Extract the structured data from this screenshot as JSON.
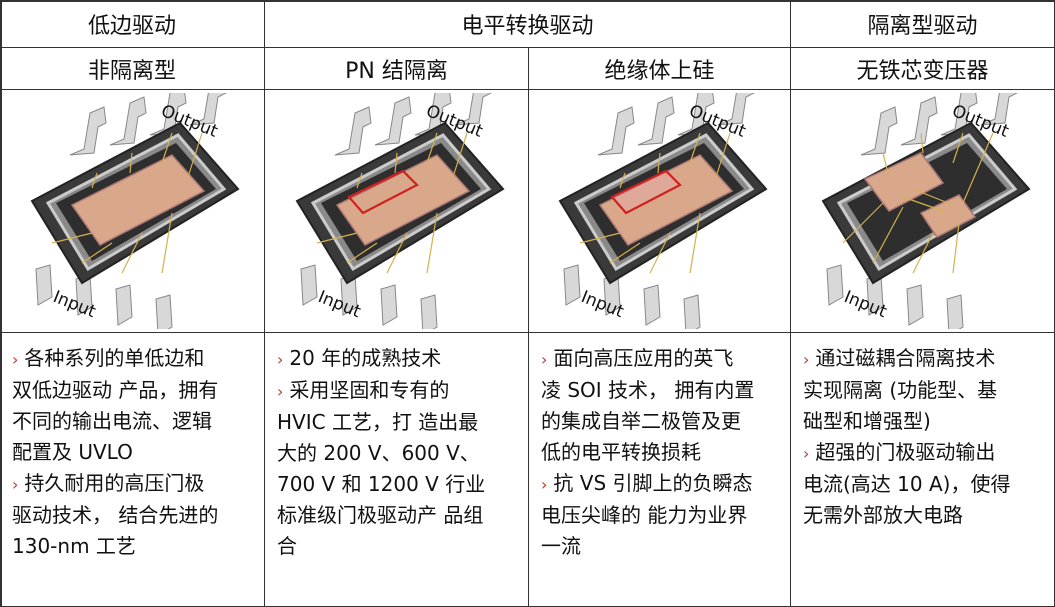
{
  "headers": {
    "col1": "低边驱动",
    "col23": "电平转换驱动",
    "col4": "隔离型驱动"
  },
  "subheaders": {
    "col1": "非隔离型",
    "col2": "PN 结隔离",
    "col3": "绝缘体上硅",
    "col4": "无铁芯变压器"
  },
  "chip_labels": {
    "output": "Output",
    "input": "Input"
  },
  "colors": {
    "chip_body": "#3a3a3a",
    "lead": "#d8d8d8",
    "die": "#d9a88a",
    "bond_wire": "#d4b14a",
    "highlight_frame": "#d02020",
    "bullet": "#c0392b",
    "border": "#333333"
  },
  "descriptions": {
    "col1": [
      {
        "bullet": true,
        "text": "各种系列的单低边和"
      },
      {
        "bullet": false,
        "text": "双低边驱动 产品，拥有"
      },
      {
        "bullet": false,
        "text": "不同的输出电流、逻辑"
      },
      {
        "bullet": false,
        "text": "配置及 UVLO"
      },
      {
        "bullet": true,
        "text": "持久耐用的高压门极"
      },
      {
        "bullet": false,
        "text": "驱动技术， 结合先进的"
      },
      {
        "bullet": false,
        "text": "130-nm 工艺"
      }
    ],
    "col2": [
      {
        "bullet": true,
        "text": "20 年的成熟技术"
      },
      {
        "bullet": true,
        "text": "采用坚固和专有的"
      },
      {
        "bullet": false,
        "text": "HVIC 工艺，打 造出最"
      },
      {
        "bullet": false,
        "text": "大的 200 V、600 V、"
      },
      {
        "bullet": false,
        "text": "700 V 和 1200 V 行业"
      },
      {
        "bullet": false,
        "text": "标准级门极驱动产 品组"
      },
      {
        "bullet": false,
        "text": "合"
      }
    ],
    "col3": [
      {
        "bullet": true,
        "text": "面向高压应用的英飞"
      },
      {
        "bullet": false,
        "text": "凌 SOI 技术， 拥有内置"
      },
      {
        "bullet": false,
        "text": "的集成自举二极管及更"
      },
      {
        "bullet": false,
        "text": "低的电平转换损耗"
      },
      {
        "bullet": true,
        "text": "抗 VS 引脚上的负瞬态"
      },
      {
        "bullet": false,
        "text": "电压尖峰的 能力为业界"
      },
      {
        "bullet": false,
        "text": "一流"
      }
    ],
    "col4": [
      {
        "bullet": true,
        "text": "通过磁耦合隔离技术"
      },
      {
        "bullet": false,
        "text": "实现隔离 (功能型、基"
      },
      {
        "bullet": false,
        "text": "础型和增强型)"
      },
      {
        "bullet": true,
        "text": "超强的门极驱动输出"
      },
      {
        "bullet": false,
        "text": "电流(高达 10 A)，使得"
      },
      {
        "bullet": false,
        "text": "无需外部放大电路"
      }
    ]
  }
}
